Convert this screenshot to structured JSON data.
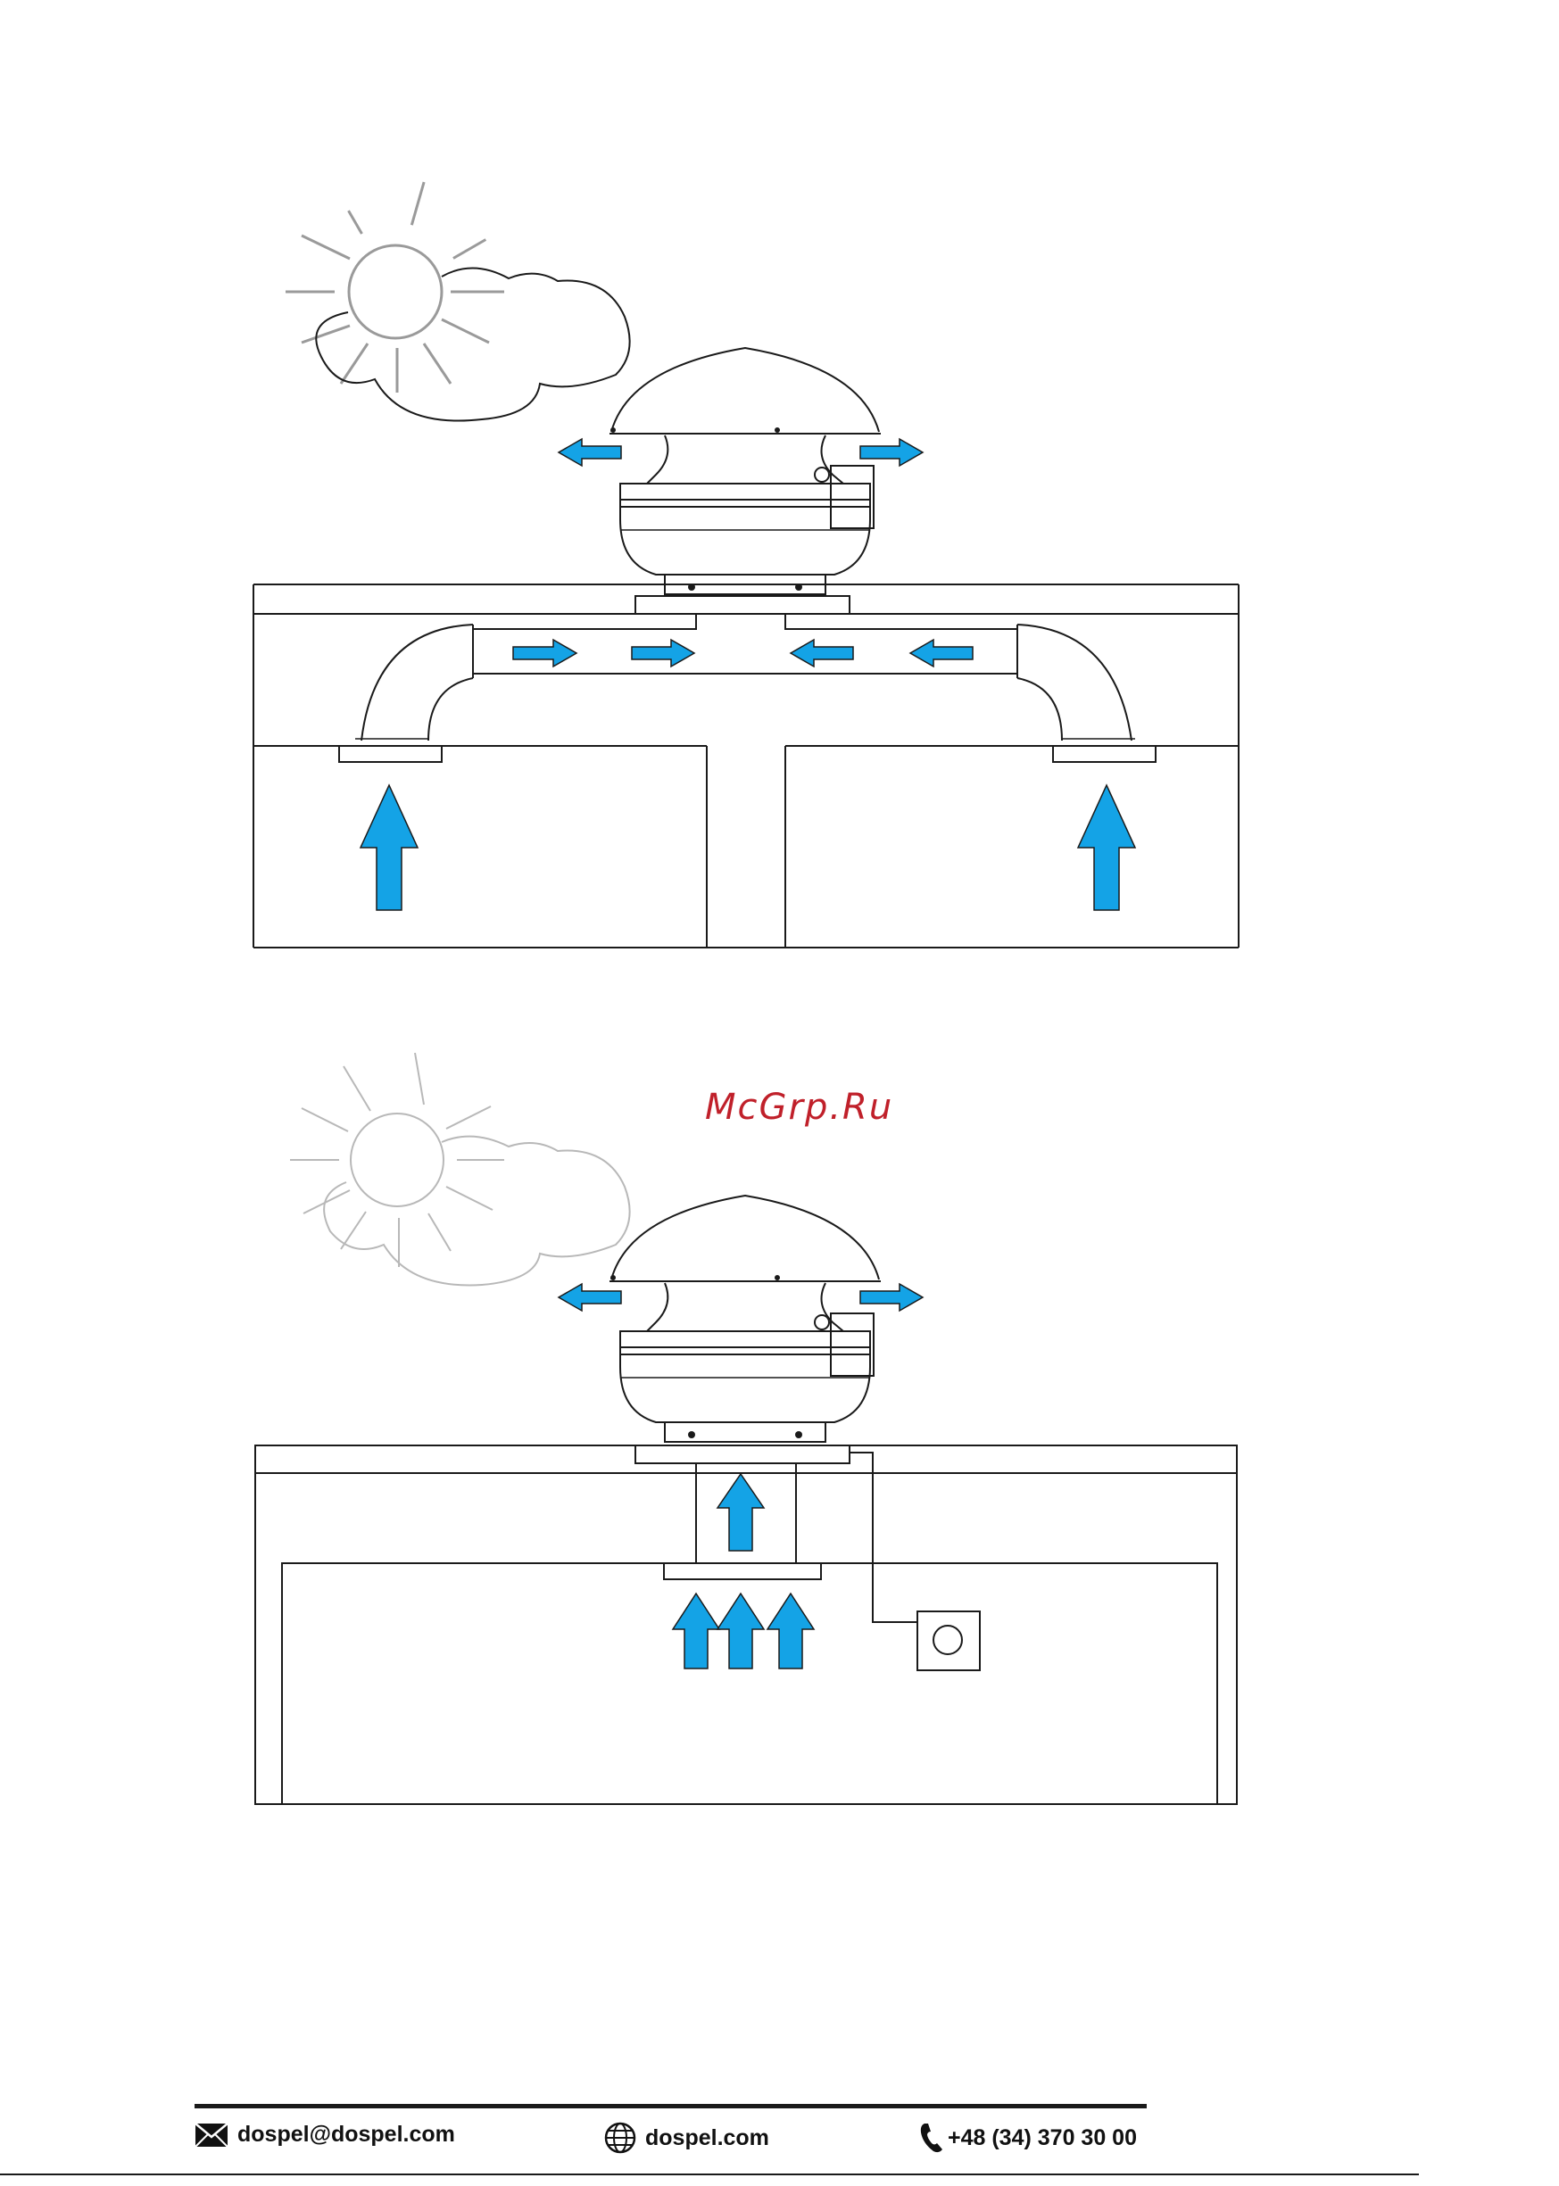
{
  "watermark": "McGrp.Ru",
  "footer": {
    "email": "dospel@dospel.com",
    "website": "dospel.com",
    "phone": "+48 (34) 370 30 00"
  },
  "icons": {
    "email": "envelope-icon",
    "website": "globe-icon",
    "phone": "phone-icon"
  },
  "colors": {
    "airflow_arrow": "#14a3e6",
    "watermark": "#c0202a"
  }
}
